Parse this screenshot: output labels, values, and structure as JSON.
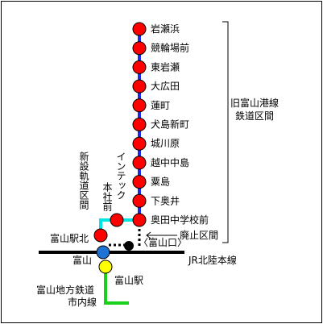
{
  "colors": {
    "main_line": "#1d2be0",
    "station": "#ff0000",
    "new_track": "#00e5e5",
    "tram": "#1ad11a",
    "toyama_station": "#1e73d4",
    "tram_station": "#ffff00",
    "abolished_track": "#000000",
    "rail": "#000000"
  },
  "stations": [
    {
      "name": "岩瀬浜"
    },
    {
      "name": "競輪場前"
    },
    {
      "name": "東岩瀬"
    },
    {
      "name": "大広田"
    },
    {
      "name": "蓮町"
    },
    {
      "name": "犬島新町"
    },
    {
      "name": "城川原"
    },
    {
      "name": "越中中島"
    },
    {
      "name": "粟島"
    },
    {
      "name": "下奥井"
    },
    {
      "name": "奥田中学校前"
    }
  ],
  "other_stations": {
    "intec_line1": "インテック",
    "intec_line2": "本社前",
    "toyama_ekikita": "富山駅北",
    "toyama": "富山",
    "toyama_eki_tram": "富山駅",
    "toyamaguchi": "〈富山口〉"
  },
  "labels": {
    "old_section_line1": "旧富山港線",
    "old_section_line2": "鉄道区間",
    "new_track_section": "新設軌道区間",
    "abolished_section": "廃止区間",
    "jr_line": "JR北陸本線",
    "tram_line1": "富山地方鉄道",
    "tram_line2": "市内線"
  }
}
